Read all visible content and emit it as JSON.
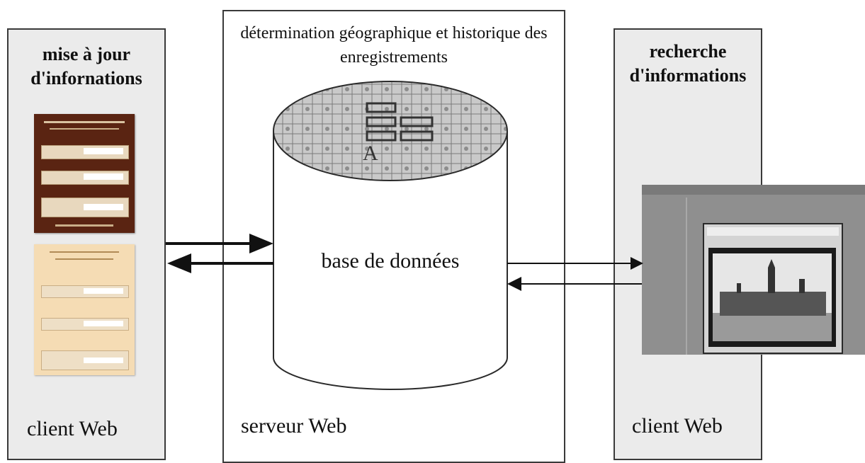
{
  "left_panel": {
    "title": "mise à jour d'infornations",
    "footer": "client Web"
  },
  "center_panel": {
    "title": "détermination géographique et historique des enregistrements",
    "database_label": "base de données",
    "footer": "serveur Web"
  },
  "right_panel": {
    "title": "recherche d'informations",
    "footer": "client Web"
  },
  "colors": {
    "panel_gray": "#ebebeb",
    "border": "#3a3a3a",
    "form_brown": "#5a2412",
    "form_beige": "#f5dcb4",
    "browser_gray": "#8f8f8f"
  },
  "icons": [
    "arrow-right-icon",
    "arrow-left-icon",
    "map-texture-icon",
    "building-engraving-icon"
  ]
}
